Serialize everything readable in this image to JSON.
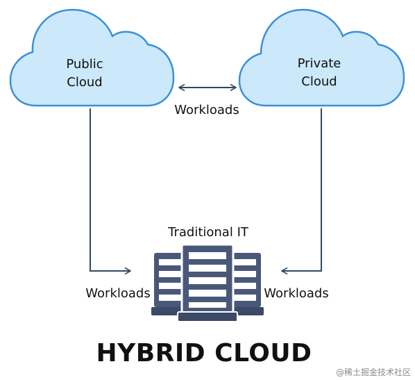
{
  "clouds": {
    "public": {
      "line1": "Public",
      "line2": "Cloud"
    },
    "private": {
      "line1": "Private",
      "line2": "Cloud"
    }
  },
  "flows": {
    "top": "Workloads",
    "left": "Workloads",
    "right": "Workloads"
  },
  "traditional_it": "Traditional IT",
  "title": "HYBRID CLOUD",
  "watermark": "@稀土掘金技术社区",
  "colors": {
    "cloud_fill": "#cce8fb",
    "cloud_stroke": "#3b90d4",
    "line": "#2f4864",
    "server_body": "#4a5878",
    "server_slot": "#ffffff",
    "server_base": "#3d4a67"
  },
  "icons": [
    "cloud-icon",
    "server-rack-icon",
    "arrow-icon"
  ]
}
